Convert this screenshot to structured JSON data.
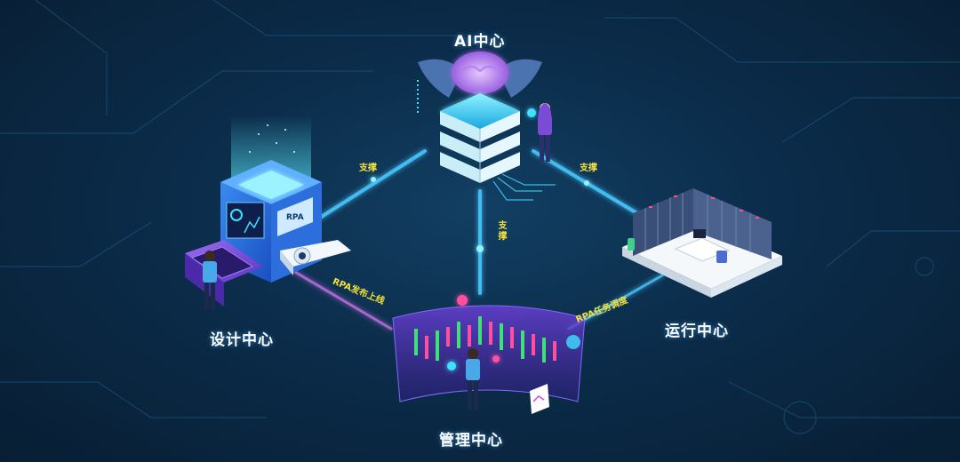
{
  "nodes": {
    "ai": {
      "label": "AI中心"
    },
    "design": {
      "label": "设计中心"
    },
    "ops": {
      "label": "运行中心"
    },
    "mgmt": {
      "label": "管理中心"
    }
  },
  "links": {
    "ai_design": "支撑",
    "ai_ops": "支撑",
    "ai_mgmt": "支撑",
    "design_mgmt": "RPA发布上线",
    "ops_mgmt": "RPA任务调度"
  },
  "screen_text": "RPA",
  "colors": {
    "background": "#0b2c4a",
    "accent_cyan": "#3fe0ff",
    "link_glow": "#48c8ff",
    "link_label": "#f4e23a",
    "magenta": "#d04ad8"
  }
}
